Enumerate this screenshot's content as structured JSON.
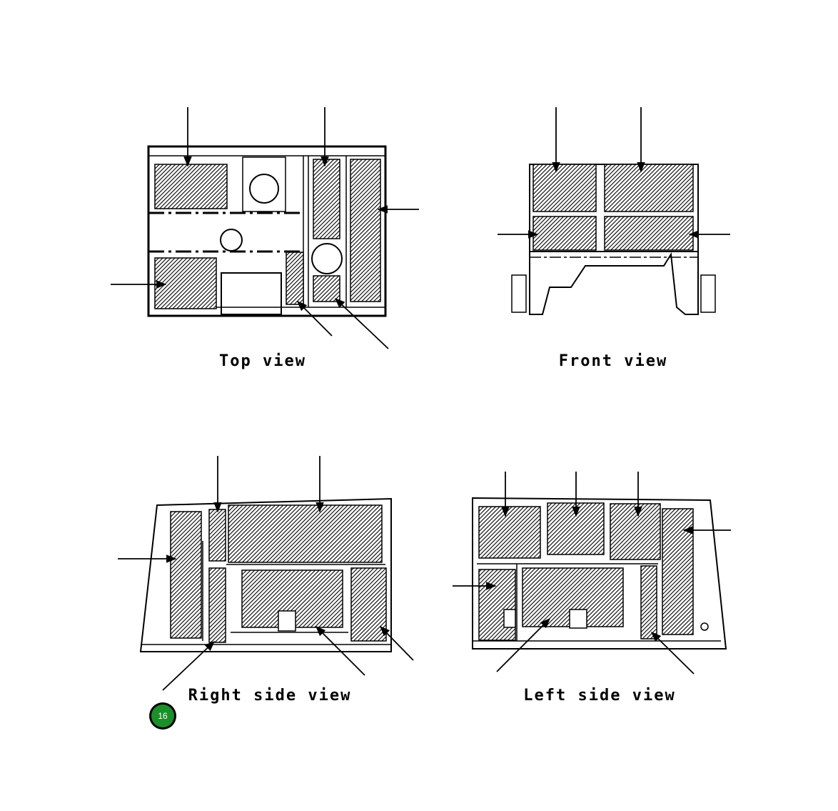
{
  "views": [
    {
      "id": "top",
      "caption": "Top view"
    },
    {
      "id": "front",
      "caption": "Front view"
    },
    {
      "id": "right",
      "caption": "Right side view"
    },
    {
      "id": "left",
      "caption": "Left side view"
    }
  ],
  "badge": {
    "label": "16",
    "color": "#1a8f2a"
  },
  "colors": {
    "line": "#000000",
    "hatch": "#000000",
    "background": "#ffffff"
  }
}
